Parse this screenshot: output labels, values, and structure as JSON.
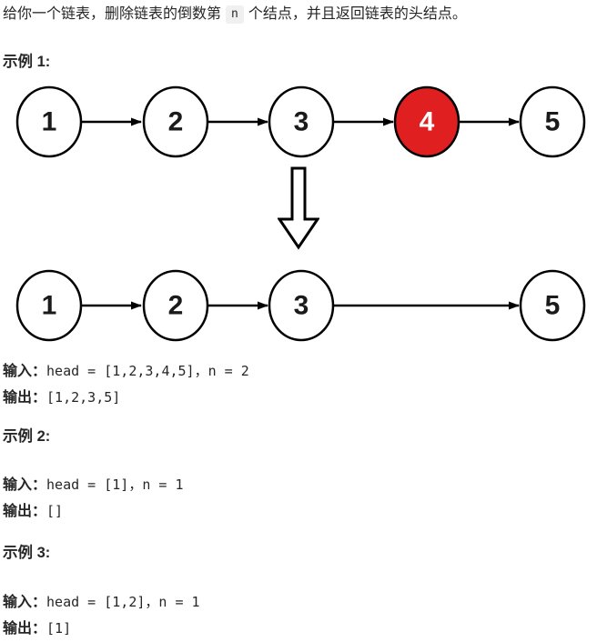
{
  "problem": {
    "description_prefix": "给你一个链表，删除链表的倒数第",
    "inline_code": "n",
    "description_suffix": "个结点，并且返回链表的头结点。"
  },
  "colors": {
    "highlight_node_fill": "#e02020",
    "node_fill": "#ffffff",
    "text": "#262626"
  },
  "diagram": {
    "before": {
      "nodes": [
        "1",
        "2",
        "3",
        "4",
        "5"
      ],
      "highlighted_value": "4"
    },
    "after": {
      "nodes": [
        "1",
        "2",
        "3",
        "5"
      ]
    },
    "transform_arrow": "down-arrow"
  },
  "examples": [
    {
      "title": "示例 1:",
      "input_label": "输入：",
      "input": "head = [1,2,3,4,5]，n = 2",
      "output_label": "输出：",
      "output": "[1,2,3,5]"
    },
    {
      "title": "示例 2:",
      "input_label": "输入：",
      "input": "head = [1]，n = 1",
      "output_label": "输出：",
      "output": "[]"
    },
    {
      "title": "示例 3:",
      "input_label": "输入：",
      "input": "head = [1,2]，n = 1",
      "output_label": "输出：",
      "output": "[1]"
    }
  ]
}
